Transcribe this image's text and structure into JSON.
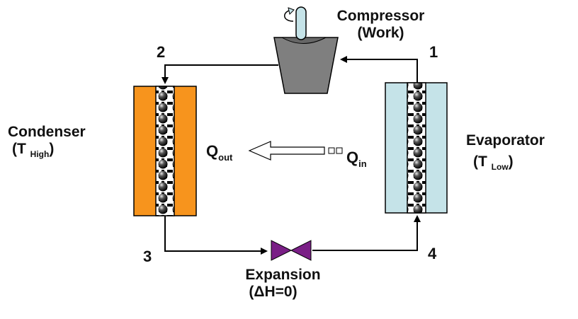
{
  "compressor": {
    "title": "Compressor",
    "subtitle": "(Work)"
  },
  "condenser": {
    "title": "Condenser",
    "temp_prefix": "(T ",
    "temp_sub": "High",
    "temp_suffix": ")",
    "fill": "#f7941d"
  },
  "evaporator": {
    "title": "Evaporator",
    "temp_prefix": "(T ",
    "temp_sub": "Low",
    "temp_suffix": ")",
    "fill": "#c5e3e8"
  },
  "expansion": {
    "title": "Expansion",
    "subtitle": "(ΔH=0)",
    "fill": "#7a1f86"
  },
  "heat": {
    "out_main": "Q",
    "out_sub": "out",
    "in_main": "Q",
    "in_sub": "in"
  },
  "states": {
    "s1": "1",
    "s2": "2",
    "s3": "3",
    "s4": "4"
  },
  "colors": {
    "line": "#000000",
    "compressor_body": "#7f7f7f",
    "shaft": "#c5e3e8"
  }
}
